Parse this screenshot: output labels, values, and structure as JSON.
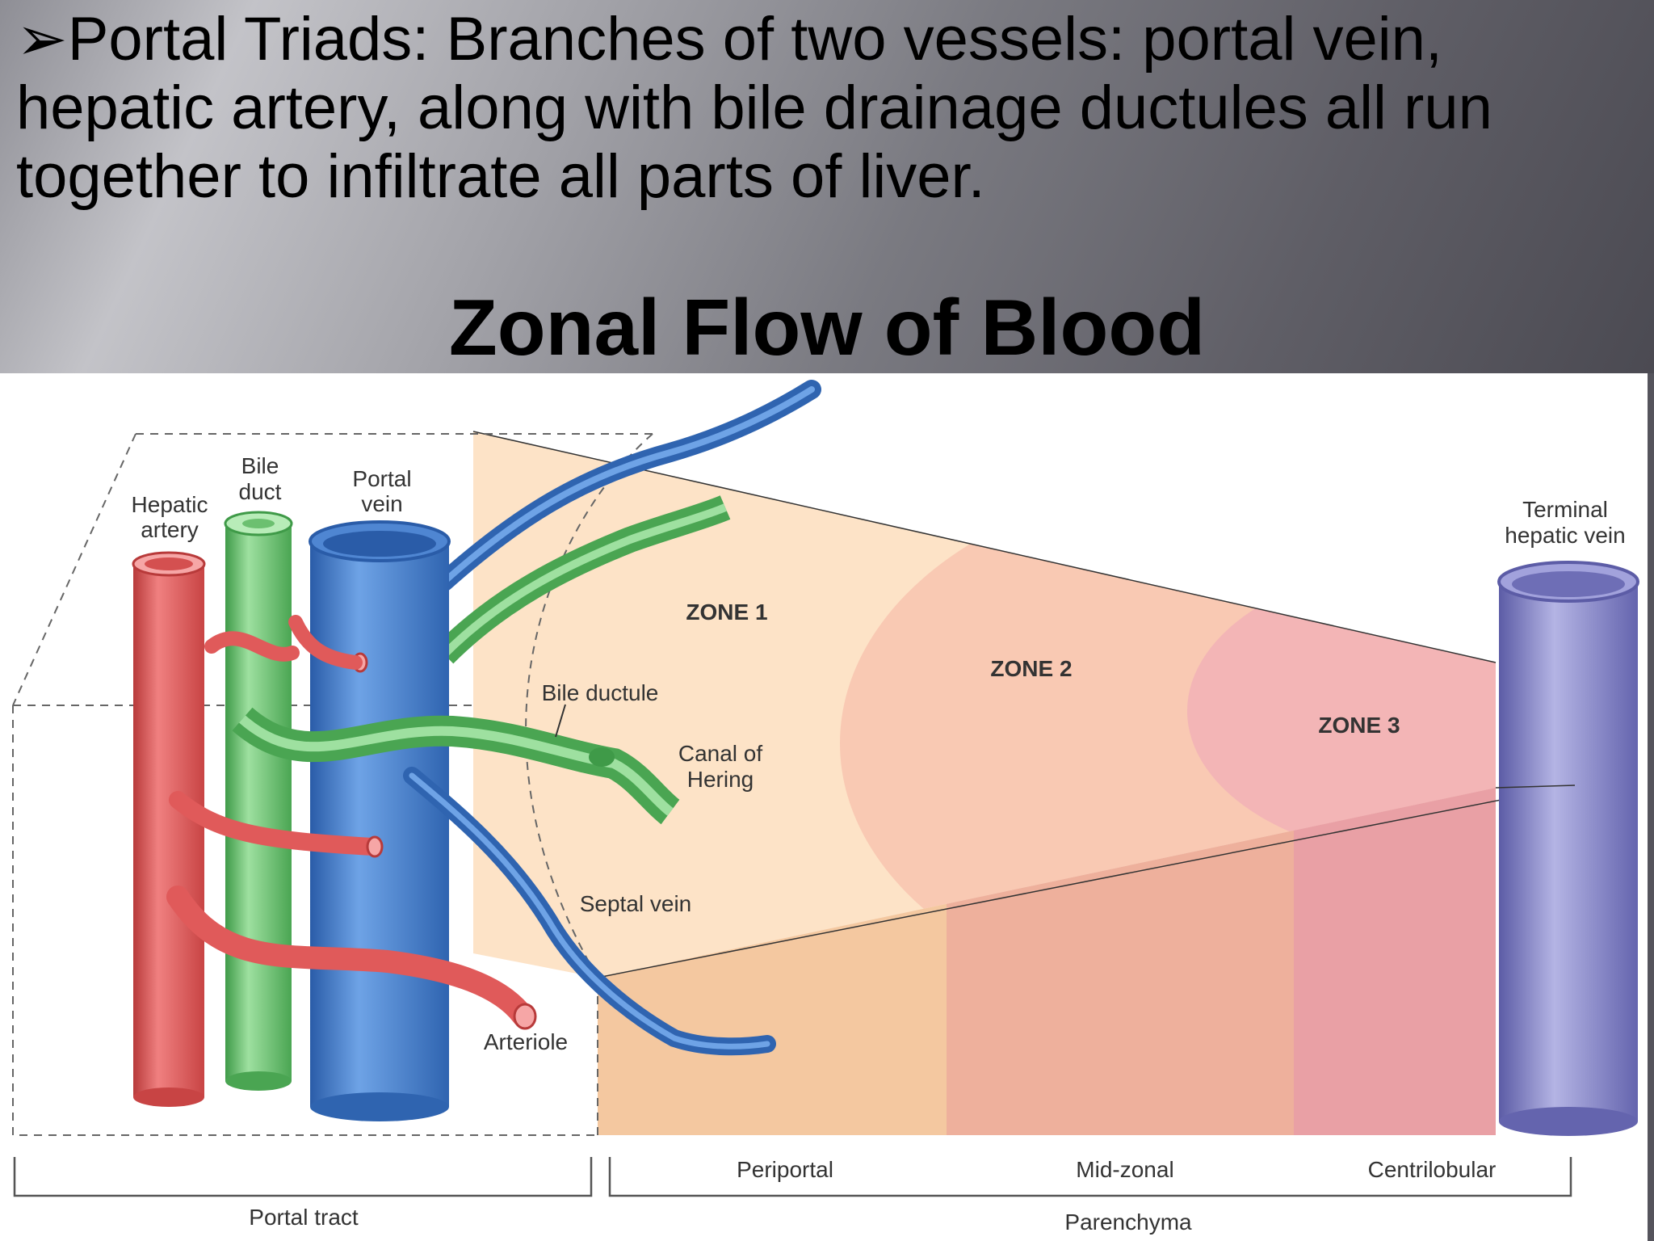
{
  "slide": {
    "bullet_arrow": "➢",
    "bullet_text": "Portal Triads:  Branches of two vessels: portal vein, hepatic artery, along with bile drainage ductules all run together to infiltrate all parts of liver.",
    "title": "Zonal Flow of Blood"
  },
  "diagram": {
    "labels": {
      "bile_duct_1": "Bile",
      "bile_duct_2": "duct",
      "portal_vein_1": "Portal",
      "portal_vein_2": "vein",
      "hepatic_artery_1": "Hepatic",
      "hepatic_artery_2": "artery",
      "terminal_hepatic_vein_1": "Terminal",
      "terminal_hepatic_vein_2": "hepatic vein",
      "zone1": "ZONE 1",
      "zone2": "ZONE 2",
      "zone3": "ZONE 3",
      "bile_ductule": "Bile ductule",
      "canal_of_hering_1": "Canal of",
      "canal_of_hering_2": "Hering",
      "septal_vein": "Septal vein",
      "arteriole": "Arteriole",
      "periportal": "Periportal",
      "mid_zonal": "Mid-zonal",
      "centrilobular": "Centrilobular",
      "portal_tract": "Portal tract",
      "parenchyma": "Parenchyma"
    },
    "colors": {
      "zone1": "#fde3c7",
      "zone2": "#f9c9b3",
      "zone3": "#f3b5b6",
      "zone1_front": "#f4c8a0",
      "zone2_front": "#eeb09c",
      "zone3_front": "#e9a0a5",
      "artery": "#e05a5a",
      "bile_duct": "#6cc070",
      "portal_vein": "#3d78c8",
      "hepatic_vein": "#7f7fc0"
    }
  }
}
